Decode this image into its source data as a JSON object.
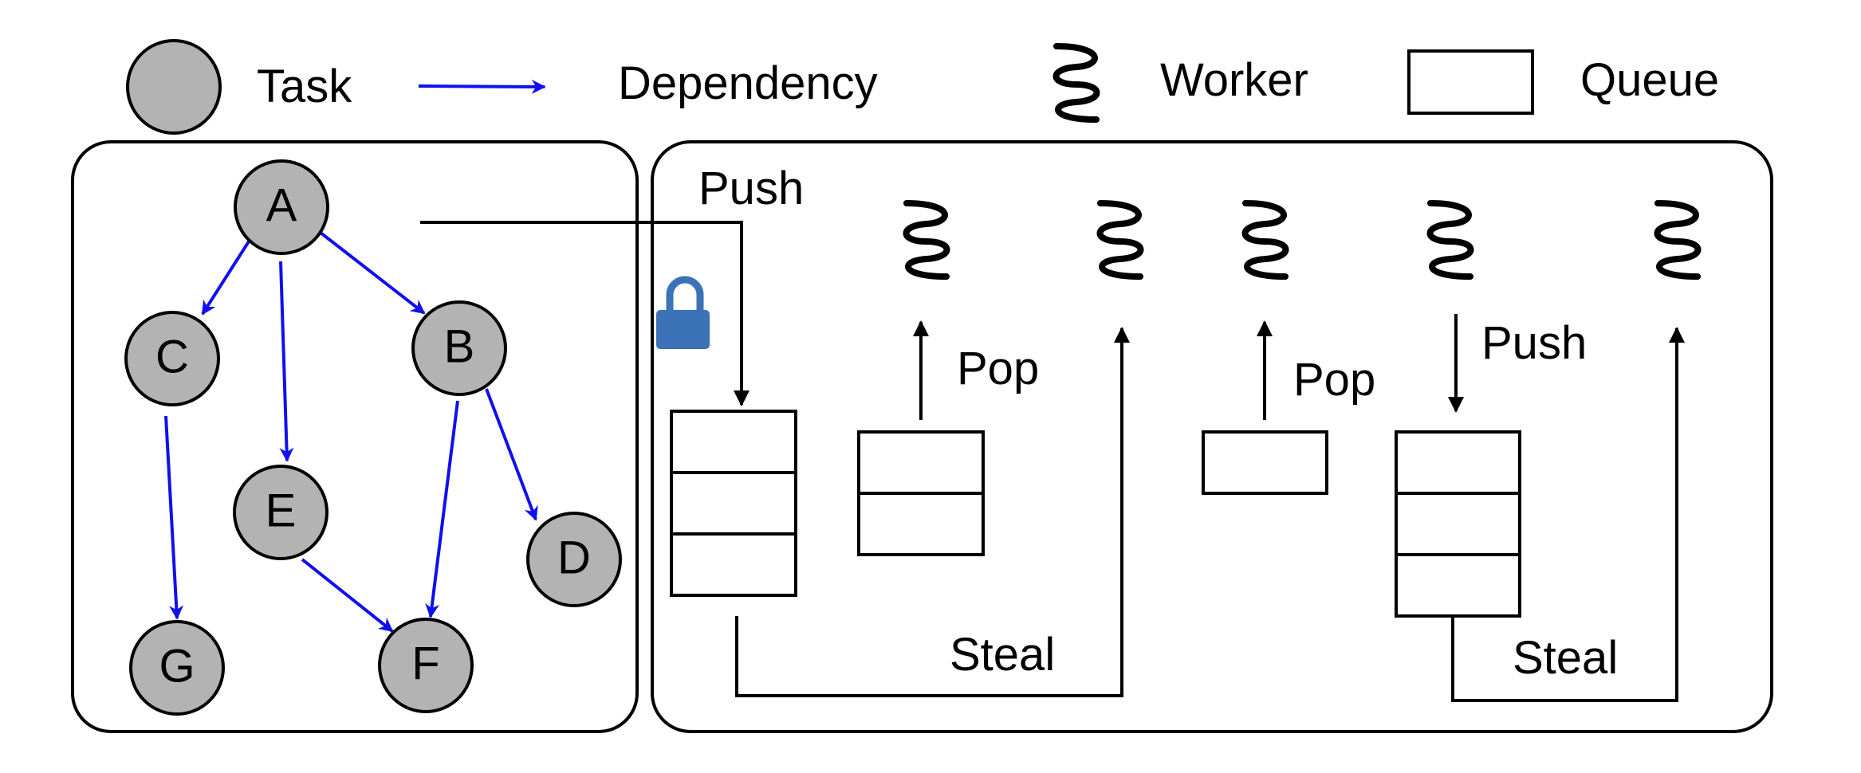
{
  "legend": {
    "task": "Task",
    "dependency": "Dependency",
    "worker": "Worker",
    "queue": "Queue"
  },
  "graph": {
    "nodes": [
      "A",
      "B",
      "C",
      "D",
      "E",
      "F",
      "G"
    ],
    "edges": [
      [
        "A",
        "C"
      ],
      [
        "A",
        "E"
      ],
      [
        "A",
        "B"
      ],
      [
        "C",
        "G"
      ],
      [
        "B",
        "F"
      ],
      [
        "B",
        "D"
      ],
      [
        "E",
        "F"
      ]
    ]
  },
  "scheduler": {
    "push_label_1": "Push",
    "push_label_2": "Push",
    "pop_label_1": "Pop",
    "pop_label_2": "Pop",
    "steal_label_1": "Steal",
    "steal_label_2": "Steal",
    "worker_count": 5,
    "queue_slots": [
      3,
      2,
      1,
      3
    ]
  },
  "colors": {
    "task_fill": "#b3b3b3",
    "dependency": "#1010ee",
    "lock": "#3b72b8",
    "line": "#000000"
  },
  "icons": {
    "worker": "worker-squiggle-icon",
    "lock": "lock-icon"
  }
}
